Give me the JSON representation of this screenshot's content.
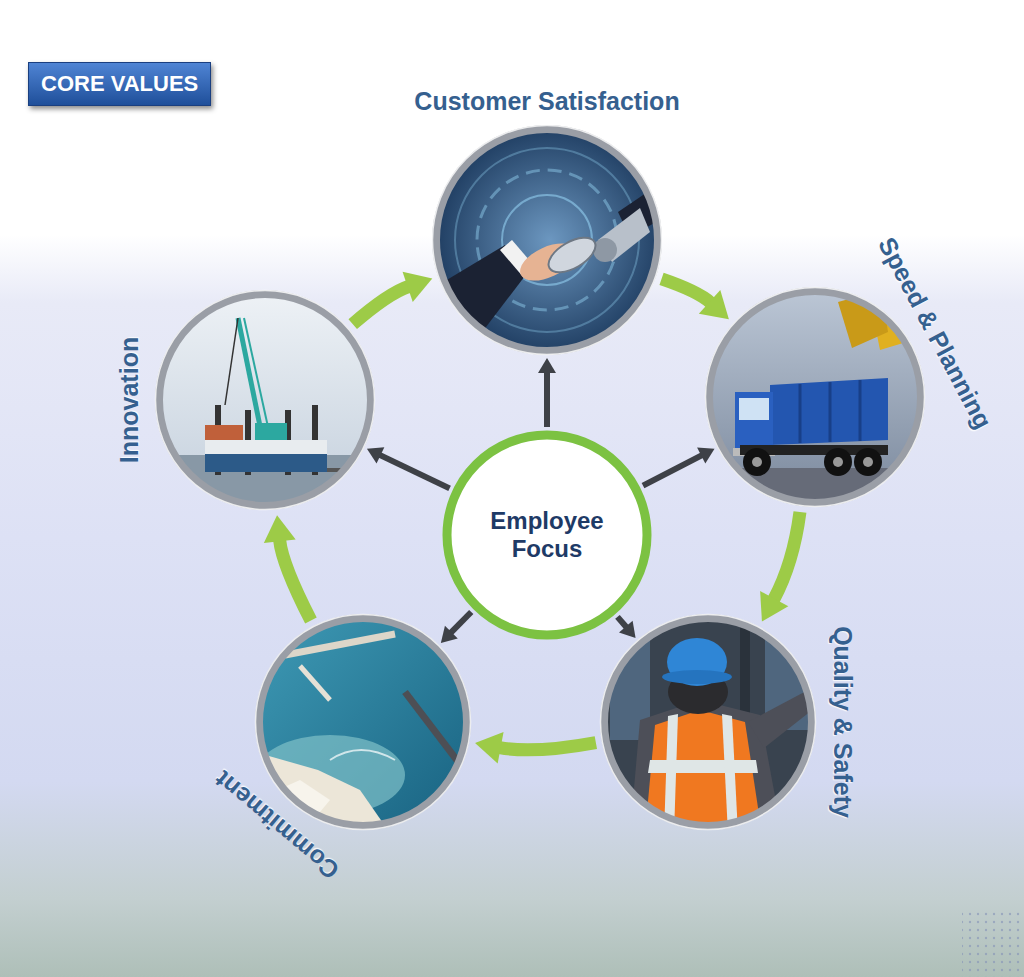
{
  "diagram": {
    "title": "CORE VALUES",
    "nodes": [
      {
        "text": [
          "Customer Satisfaction"
        ]
      },
      {
        "text": [
          "Speed & Planning"
        ]
      },
      {
        "text": [
          "Quality & Safety"
        ]
      },
      {
        "text": [
          "Commitment"
        ]
      },
      {
        "text": [
          "Innovation"
        ]
      },
      {
        "text": [
          "Employee Focus"
        ]
      }
    ],
    "edges": [
      {
        "from": 0,
        "to": 1,
        "arrow": "to"
      },
      {
        "from": 1,
        "to": 2,
        "arrow": "to"
      },
      {
        "from": 2,
        "to": 3,
        "arrow": "to"
      },
      {
        "from": 3,
        "to": 4,
        "arrow": "to"
      },
      {
        "from": 4,
        "to": 0,
        "arrow": "to"
      },
      {
        "from": 5,
        "to": 0,
        "arrow": "to"
      },
      {
        "from": 5,
        "to": 1,
        "arrow": "to"
      },
      {
        "from": 5,
        "to": 2,
        "arrow": "to"
      },
      {
        "from": 5,
        "to": 3,
        "arrow": "to"
      },
      {
        "from": 5,
        "to": 4,
        "arrow": "to"
      }
    ]
  }
}
